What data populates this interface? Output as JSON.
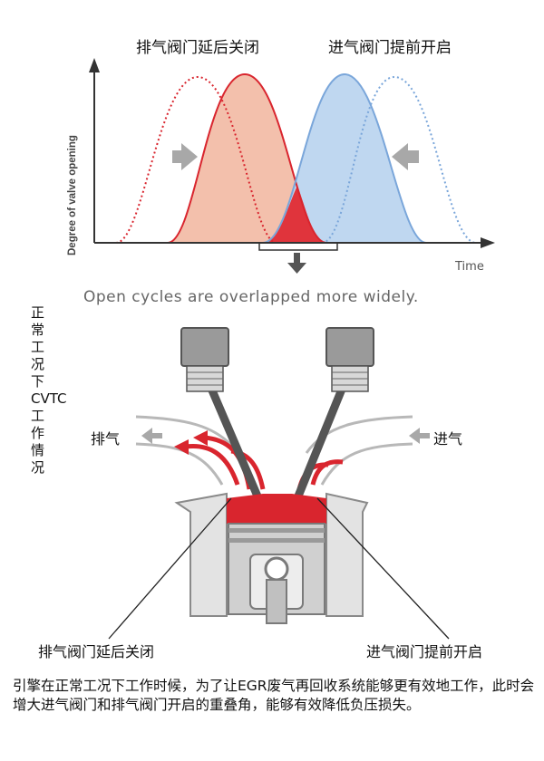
{
  "chart": {
    "exhaust_title": "排气阀门延后关闭",
    "intake_title": "进气阀门提前开启",
    "y_axis_label": "Degree of valve opening",
    "x_axis_label": "Time",
    "overlap_note": "Open cycles are overlapped more widely."
  },
  "engine": {
    "side_caption": "正常工况下CVTC工作情况",
    "exhaust_arrow_label": "排气",
    "intake_arrow_label": "进气",
    "exhaust_callout": "排气阀门延后关闭",
    "intake_callout": "进气阀门提前开启"
  },
  "description": "引擎在正常工况下工作时候，为了让EGR废气再回收系统能够更有效地工作，此时会增大进气阀门和排气阀门开启的重叠角，能够有效降低负压损失。",
  "colors": {
    "exhaust": "#d9252e",
    "exhaust_fill": "#f2b9a3",
    "intake": "#8db4e0",
    "intake_fill": "#bcd5ef",
    "overlap": "#e0343c",
    "arrow_gray": "#a8a8a8",
    "engine_gray": "#8a8a8a"
  },
  "icons": [
    "left-arrow-icon",
    "right-arrow-icon",
    "down-arrow-icon"
  ]
}
